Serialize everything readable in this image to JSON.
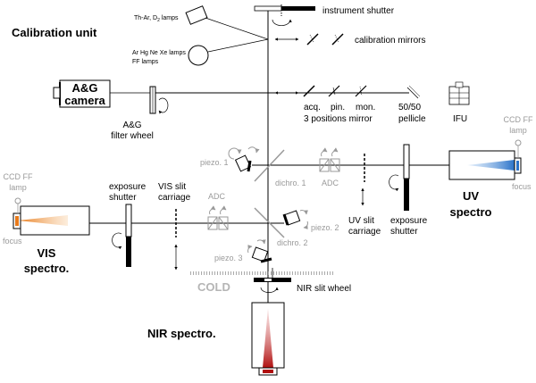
{
  "colors": {
    "vis_beam": "#e87a1a",
    "uv_beam": "#2a72c8",
    "nir_beam": "#b01010",
    "inactive_gray": "#999999"
  },
  "labels": {
    "calibration_unit": "Calibration unit",
    "thar_lamps_prefix": "Th-Ar, D",
    "thar_lamps_sub": "2",
    "thar_lamps_suffix": " lamps",
    "arhgnexe_lamps": "Ar Hg Ne Xe lamps",
    "ff_lamps": "FF lamps",
    "instrument_shutter": "instrument shutter",
    "calibration_mirrors": "calibration mirrors",
    "ag_camera_line1": "A&G",
    "ag_camera_line2": "camera",
    "ag_filter_wheel_line1": "A&G",
    "ag_filter_wheel_line2": "filter wheel",
    "acq": "acq.",
    "pin": "pin.",
    "mon": "mon.",
    "three_positions_mirror": "3 positions mirror",
    "pellicle_line1": "50/50",
    "pellicle_line2": "pellicle",
    "ifu": "IFU",
    "ccd_ff_lamp_right_line1": "CCD FF",
    "ccd_ff_lamp_right_line2": "lamp",
    "focus_right": "focus",
    "uv_spectro_line1": "UV",
    "uv_spectro_line2": "spectro",
    "piezo1": "piezo. 1",
    "dichro1": "dichro. 1",
    "adc_right": "ADC",
    "uv_slit_carriage_line1": "UV slit",
    "uv_slit_carriage_line2": "carriage",
    "exposure_shutter_uv_line1": "exposure",
    "exposure_shutter_uv_line2": "shutter",
    "ccd_ff_lamp_left_line1": "CCD FF",
    "ccd_ff_lamp_left_line2": "lamp",
    "focus_left": "focus",
    "exposure_shutter_vis_line1": "exposure",
    "exposure_shutter_vis_line2": "shutter",
    "vis_slit_carriage_line1": "VIS slit",
    "vis_slit_carriage_line2": "carriage",
    "adc_left": "ADC",
    "piezo2": "piezo. 2",
    "dichro2": "dichro. 2",
    "vis_spectro_line1": "VIS",
    "vis_spectro_line2": "spectro.",
    "piezo3": "piezo. 3",
    "cold": "COLD",
    "nir_slit_wheel": "NIR slit wheel",
    "nir_spectro": "NIR spectro."
  }
}
